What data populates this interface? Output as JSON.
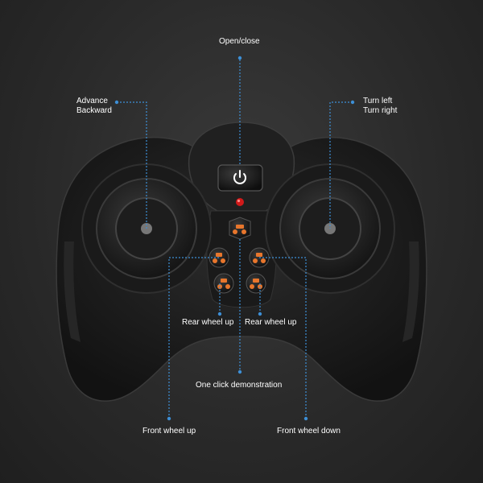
{
  "labels": {
    "open_close": "Open/close",
    "advance": "Advance",
    "backward": "Backward",
    "turn_left": "Turn left",
    "turn_right": "Turn right",
    "rear_wheel_up_left": "Rear wheel up",
    "rear_wheel_up_right": "Rear wheel up",
    "one_click_demo": "One click demonstration",
    "front_wheel_up": "Front wheel up",
    "front_wheel_down": "Front wheel down"
  },
  "colors": {
    "leader_line": "#3d8fd6",
    "controller_body": "#1c1c1c",
    "button_icon": "#e8762c",
    "led": "#d11a1a"
  }
}
